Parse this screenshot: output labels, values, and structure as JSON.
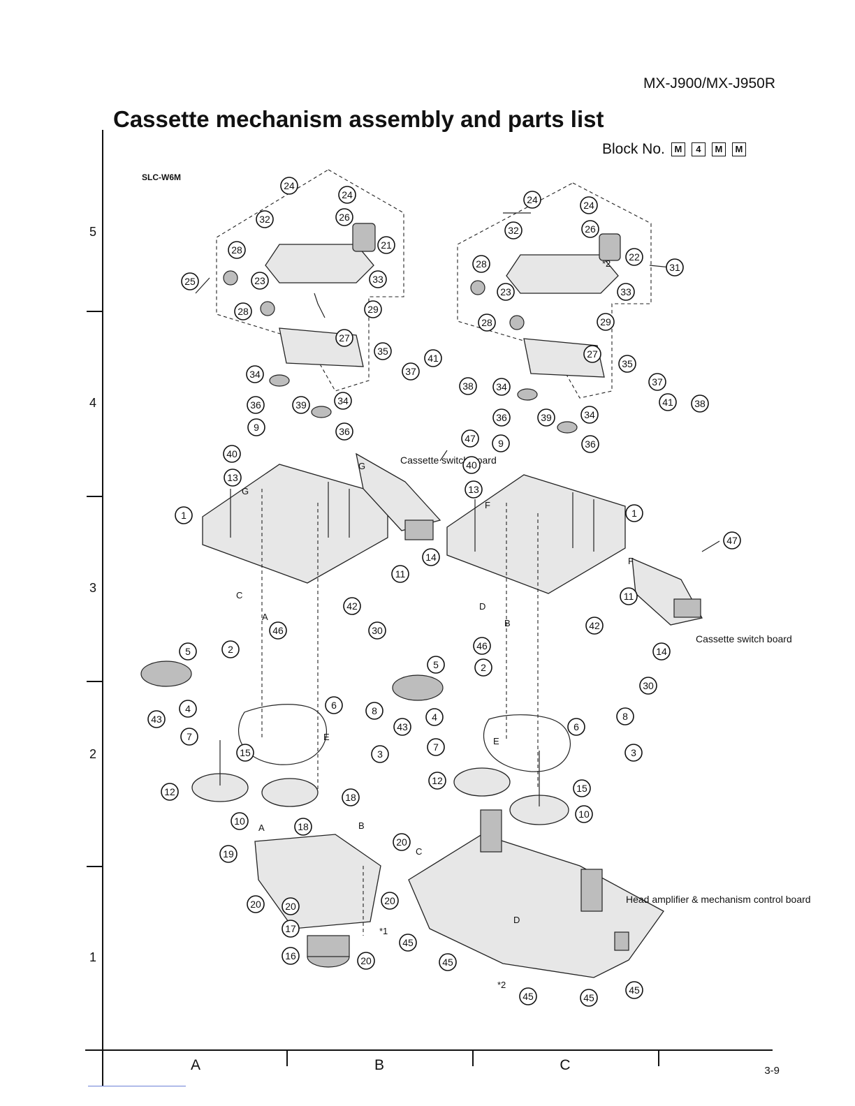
{
  "header": {
    "model": "MX-J900/MX-J950R",
    "title": "Cassette mechanism assembly and parts list",
    "block_label": "Block No.",
    "block_codes": [
      "M",
      "4",
      "M",
      "M"
    ]
  },
  "diagram": {
    "mechanism_name": "SLC-W6M",
    "labels": {
      "cassette_switch_board_1": "Cassette switch board",
      "cassette_switch_board_2": "Cassette switch board",
      "head_amp_board": "Head amplifier & mechanism control board"
    },
    "ref_letters": [
      "A",
      "B",
      "C",
      "D",
      "E",
      "F",
      "G"
    ],
    "markers": [
      "*1",
      "*2"
    ]
  },
  "frame": {
    "rows": [
      "5",
      "4",
      "3",
      "2",
      "1"
    ],
    "columns": [
      "A",
      "B",
      "C"
    ],
    "page": "3-9"
  }
}
